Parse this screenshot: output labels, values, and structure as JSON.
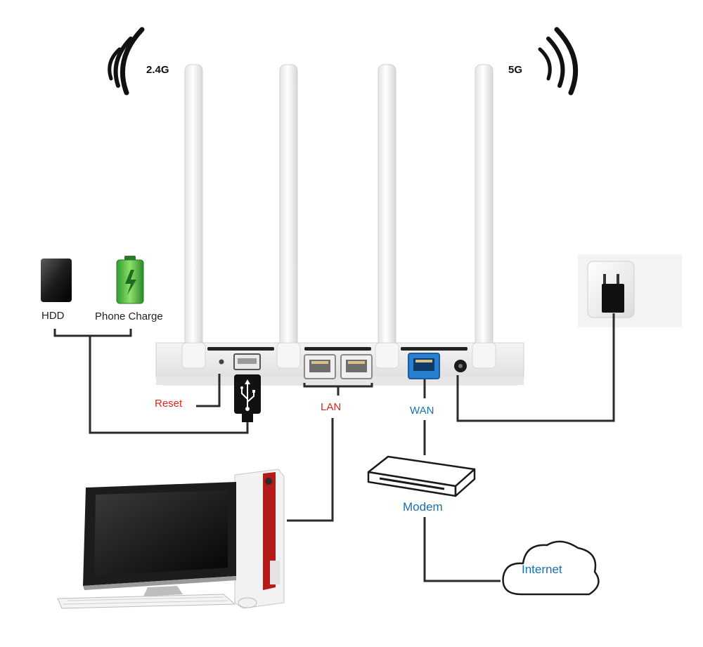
{
  "labels": {
    "band_24": "2.4G",
    "band_5": "5G",
    "hdd": "HDD",
    "phone_charge": "Phone Charge",
    "reset": "Reset",
    "lan": "LAN",
    "wan": "WAN",
    "modem": "Modem",
    "internet": "Internet"
  },
  "colors": {
    "reset_label": "#e0261c",
    "lan_label": "#e0261c",
    "wan_label": "#1a6fb0",
    "modem_label": "#1a6fb0",
    "internet_label": "#1a6fb0",
    "device_label": "#222222",
    "cable": "#2b2b2b",
    "wan_port": "#2a7fd0"
  }
}
